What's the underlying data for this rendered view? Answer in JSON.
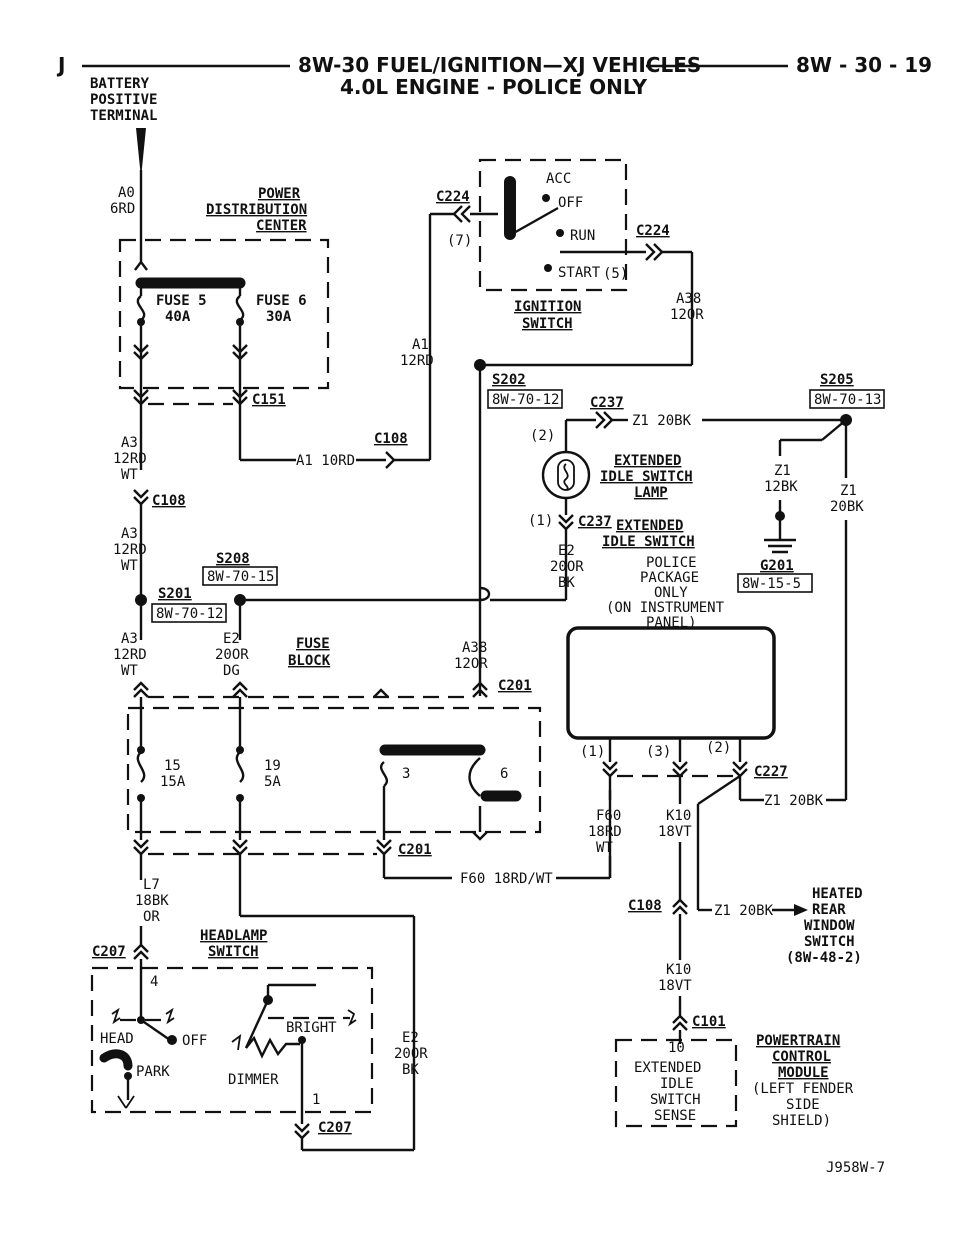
{
  "header": {
    "left": "J",
    "title": "8W-30 FUEL/IGNITION—XJ VEHICLES",
    "page": "8W - 30 - 19",
    "subtitle": "4.0L ENGINE - POLICE ONLY"
  },
  "battery": {
    "l1": "BATTERY",
    "l2": "POSITIVE",
    "l3": "TERMINAL"
  },
  "pdc": {
    "l1": "POWER",
    "l2": "DISTRIBUTION",
    "l3": "CENTER"
  },
  "fuse5": {
    "name": "FUSE 5",
    "rating": "40A"
  },
  "fuse6": {
    "name": "FUSE 6",
    "rating": "30A"
  },
  "wires": {
    "a0_1": "A0",
    "a0_2": "6RD",
    "a1_1": "A1",
    "a1_2": "12RD",
    "a1_10": "A1 10RD",
    "a3a_1": "A3",
    "a3a_2": "12RD",
    "a3a_3": "WT",
    "a3b_1": "A3",
    "a3b_2": "12RD",
    "a3b_3": "WT",
    "a3c_1": "A3",
    "a3c_2": "12RD",
    "a3c_3": "WT",
    "e2a_1": "E2",
    "e2a_2": "20OR",
    "e2a_3": "DG",
    "a38a_1": "A38",
    "a38a_2": "12OR",
    "a38b_1": "A38",
    "a38b_2": "12OR",
    "z1_top": "Z1 20BK",
    "z1_12bk_1": "Z1",
    "z1_12bk_2": "12BK",
    "z1_20bk_1": "Z1",
    "z1_20bk_2": "20BK",
    "e2b_1": "E2",
    "e2b_2": "20OR",
    "e2b_3": "BK",
    "f60_1": "F60",
    "f60_2": "18RD",
    "f60_3": "WT",
    "k10_1": "K10",
    "k10_2": "18VT",
    "k10b_1": "K10",
    "k10b_2": "18VT",
    "z1_mid": "Z1 20BK",
    "z1_low": "Z1 20BK",
    "f60_h": "F60 18RD/WT",
    "l7_1": "L7",
    "l7_2": "18BK",
    "l7_3": "OR",
    "e2c_1": "E2",
    "e2c_2": "20OR",
    "e2c_3": "BK"
  },
  "connectors": {
    "c224a": "C224",
    "c224b": "C224",
    "c151": "C151",
    "c108a": "C108",
    "c108b": "C108",
    "c237a": "C237",
    "c237b": "C237",
    "c201a": "C201",
    "c201b": "C201",
    "c227": "C227",
    "c108c": "C108",
    "c101": "C101",
    "c207a": "C207",
    "c207b": "C207"
  },
  "pins": {
    "p7": "(7)",
    "p5": "(5)",
    "p2a": "(2)",
    "p1a": "(1)",
    "p1b": "(1)",
    "p3b": "(3)",
    "p2b": "(2)",
    "hl4": "4",
    "hl1": "1",
    "pcm10": "10"
  },
  "ign": {
    "acc": "ACC",
    "off": "OFF",
    "run": "RUN",
    "start": "START",
    "l1": "IGNITION",
    "l2": "SWITCH"
  },
  "splices": {
    "s202": "S202",
    "s202ref": "8W-70-12",
    "s205": "S205",
    "s205ref": "8W-70-13",
    "s208": "S208",
    "s208ref": "8W-70-15",
    "s201": "S201",
    "s201ref": "8W-70-12",
    "g201": "G201",
    "g201ref": "8W-15-5"
  },
  "lamp": {
    "l1": "EXTENDED",
    "l2": "IDLE SWITCH",
    "l3": "LAMP"
  },
  "eis": {
    "l1": "EXTENDED",
    "l2": "IDLE SWITCH",
    "n1": "POLICE",
    "n2": "PACKAGE",
    "n3": "ONLY",
    "n4": "(ON INSTRUMENT",
    "n5": "PANEL)"
  },
  "fuseblock": {
    "l1": "FUSE",
    "l2": "BLOCK",
    "f15": "15",
    "f15a": "15A",
    "f19": "19",
    "f19a": "5A",
    "f3": "3",
    "f6": "6"
  },
  "hrw": {
    "l1": "HEATED",
    "l2": "REAR",
    "l3": "WINDOW",
    "l4": "SWITCH",
    "l5": "(8W-48-2)"
  },
  "headlamp": {
    "l1": "HEADLAMP",
    "l2": "SWITCH",
    "head": "HEAD",
    "off": "OFF",
    "park": "PARK",
    "bright": "BRIGHT",
    "dimmer": "DIMMER"
  },
  "pcm": {
    "l1": "POWERTRAIN",
    "l2": "CONTROL",
    "l3": "MODULE",
    "l4": "(LEFT FENDER",
    "l5": "SIDE",
    "l6": "SHIELD)",
    "b1": "EXTENDED",
    "b2": "IDLE",
    "b3": "SWITCH",
    "b4": "SENSE"
  },
  "footer": {
    "code": "J958W-7"
  }
}
